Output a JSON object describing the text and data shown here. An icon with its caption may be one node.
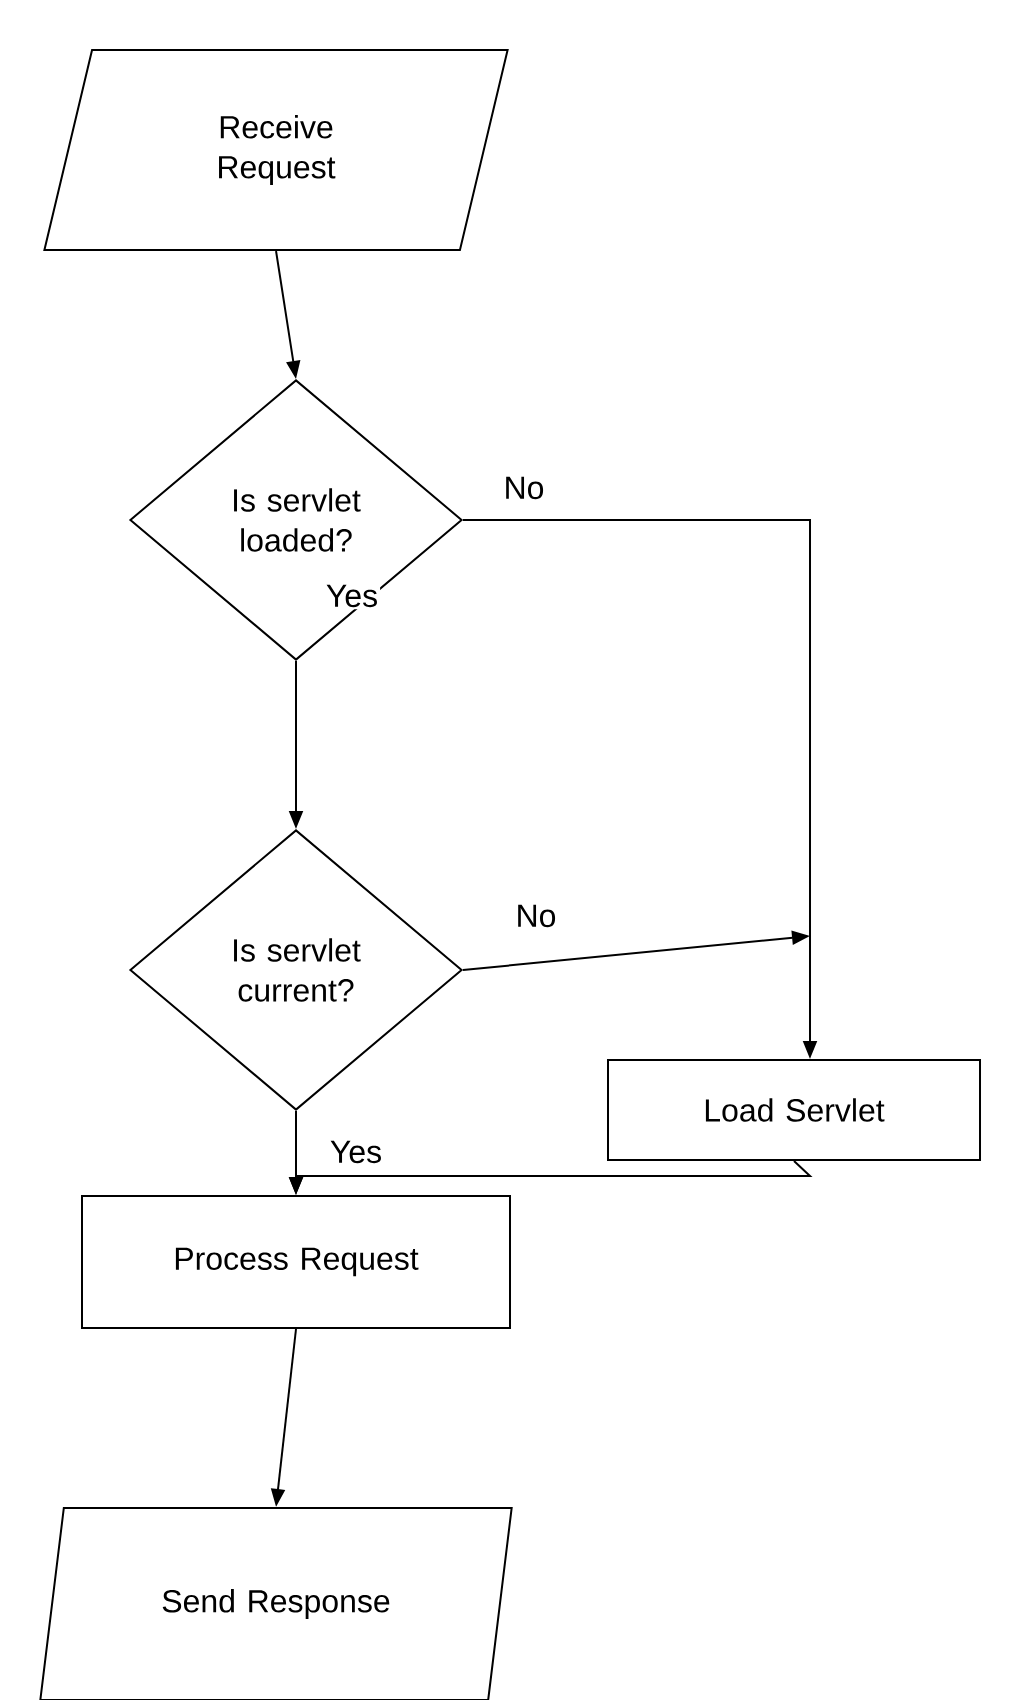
{
  "diagram": {
    "nodes": [
      {
        "text": [
          "Receive Request"
        ]
      },
      {
        "text": [
          "Is servlet loaded?"
        ]
      },
      {
        "text": [
          "Is servlet current?"
        ]
      },
      {
        "text": [
          "Load Servlet"
        ]
      },
      {
        "text": [
          "Process Request"
        ]
      },
      {
        "text": [
          "Send Response"
        ]
      }
    ],
    "edges": [
      {
        "from": 0,
        "to": 1,
        "arrow": "to"
      },
      {
        "from": 1,
        "to": 3,
        "arrow": "to",
        "label": "No"
      },
      {
        "from": 1,
        "to": 2,
        "arrow": "to",
        "label": "Yes"
      },
      {
        "from": 2,
        "to": 3,
        "arrow": "to",
        "label": "No"
      },
      {
        "from": 2,
        "to": 4,
        "arrow": "to",
        "label": "Yes"
      },
      {
        "from": 3,
        "to": 4,
        "arrow": "to"
      },
      {
        "from": 4,
        "to": 5,
        "arrow": "to"
      }
    ]
  }
}
